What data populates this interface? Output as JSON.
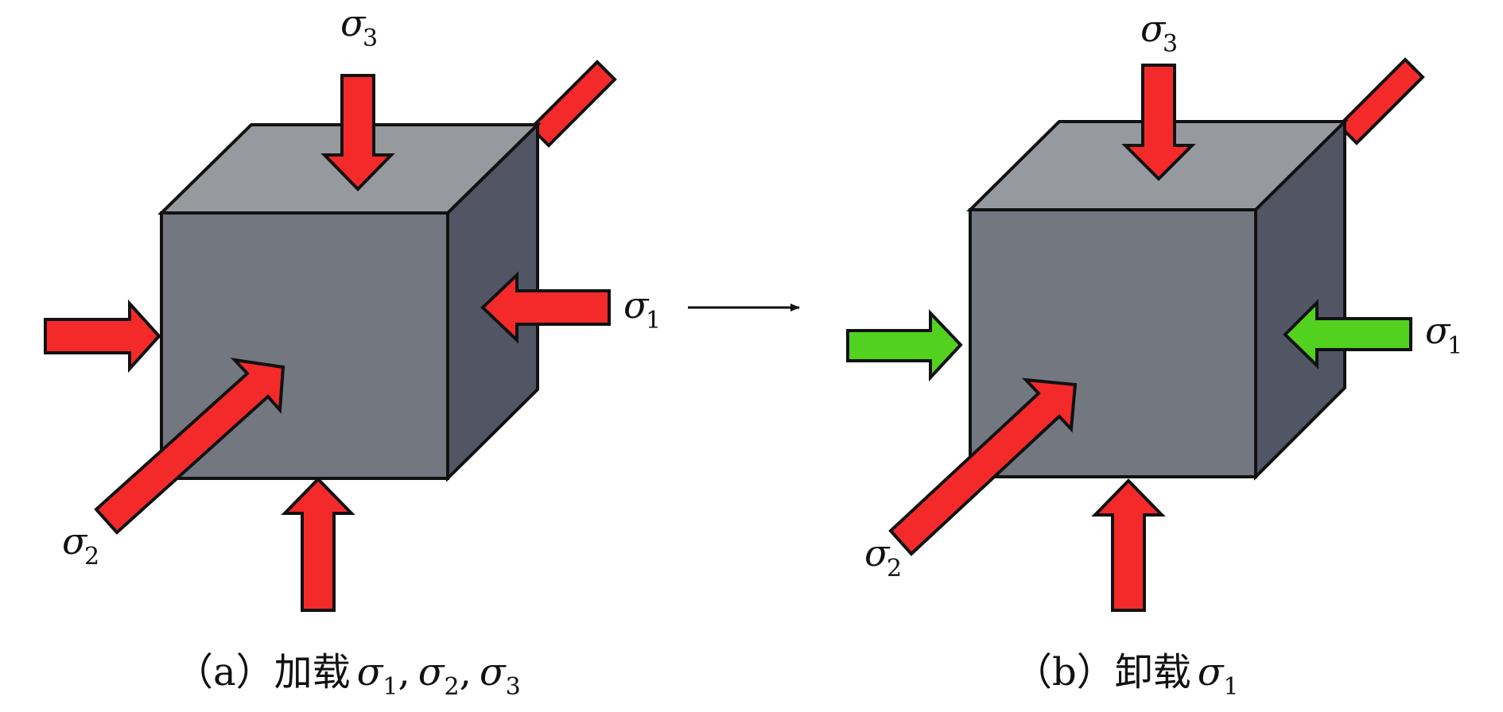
{
  "colors": {
    "load_arrow": "#f42a2a",
    "unload_arrow": "#52d11f",
    "cube_top": "#969a9f",
    "cube_front": "#737780",
    "cube_side": "#525564",
    "outline": "#111111"
  },
  "panel_a": {
    "sigma": "σ",
    "label_s3": "3",
    "label_s1": "1",
    "label_s2": "2",
    "caption_prefix": "（a）加载",
    "caption_sigma": "σ",
    "caption_s1": "1",
    "caption_sep1": ",",
    "caption_s2": "2",
    "caption_sep2": ",",
    "caption_s3": "3"
  },
  "panel_b": {
    "sigma": "σ",
    "label_s3": "3",
    "label_s1": "1",
    "label_s2": "2",
    "caption_prefix": "（b）卸载",
    "caption_sigma": "σ",
    "caption_s1": "1"
  },
  "transition_icon": "right-arrow-icon"
}
